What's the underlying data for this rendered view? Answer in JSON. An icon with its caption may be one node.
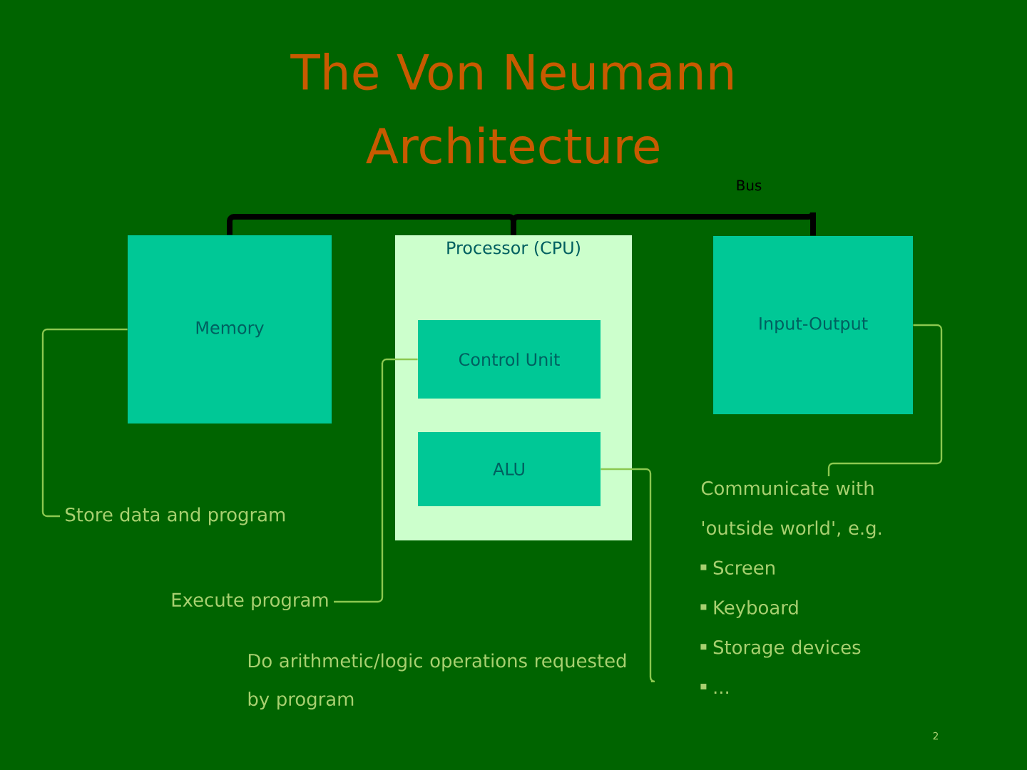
{
  "diagram": {
    "title": "The Von Neumann Architecture",
    "nodes": [
      {
        "text": [
          "Memory"
        ]
      },
      {
        "text": [
          "Processor (CPU)"
        ]
      },
      {
        "text": [
          "Control Unit"
        ],
        "in": 1
      },
      {
        "text": [
          "ALU"
        ],
        "in": 1
      },
      {
        "text": [
          "Input-Output"
        ]
      },
      {
        "text": [
          "Store data and program"
        ]
      },
      {
        "text": [
          "Execute program"
        ]
      },
      {
        "text": [
          "Do arithmetic/logic operations requested by program"
        ]
      },
      {
        "text": [
          "Communicate with 'outside world', e.g.",
          "Screen",
          "Keyboard",
          "Storage devices",
          "..."
        ]
      }
    ],
    "edges": [
      {
        "from": 0,
        "to": 1,
        "arrow": "none",
        "style": "thick",
        "color": "#000000"
      },
      {
        "from": 1,
        "to": 4,
        "arrow": "none",
        "style": "thick",
        "color": "#000000",
        "label": "Bus"
      },
      {
        "from": 0,
        "to": 5,
        "arrow": "none"
      },
      {
        "from": 6,
        "to": 2,
        "arrow": "none"
      },
      {
        "from": 7,
        "to": 3,
        "arrow": "none"
      },
      {
        "from": 4,
        "to": 8,
        "arrow": "none"
      }
    ],
    "labels": [
      "2"
    ]
  }
}
